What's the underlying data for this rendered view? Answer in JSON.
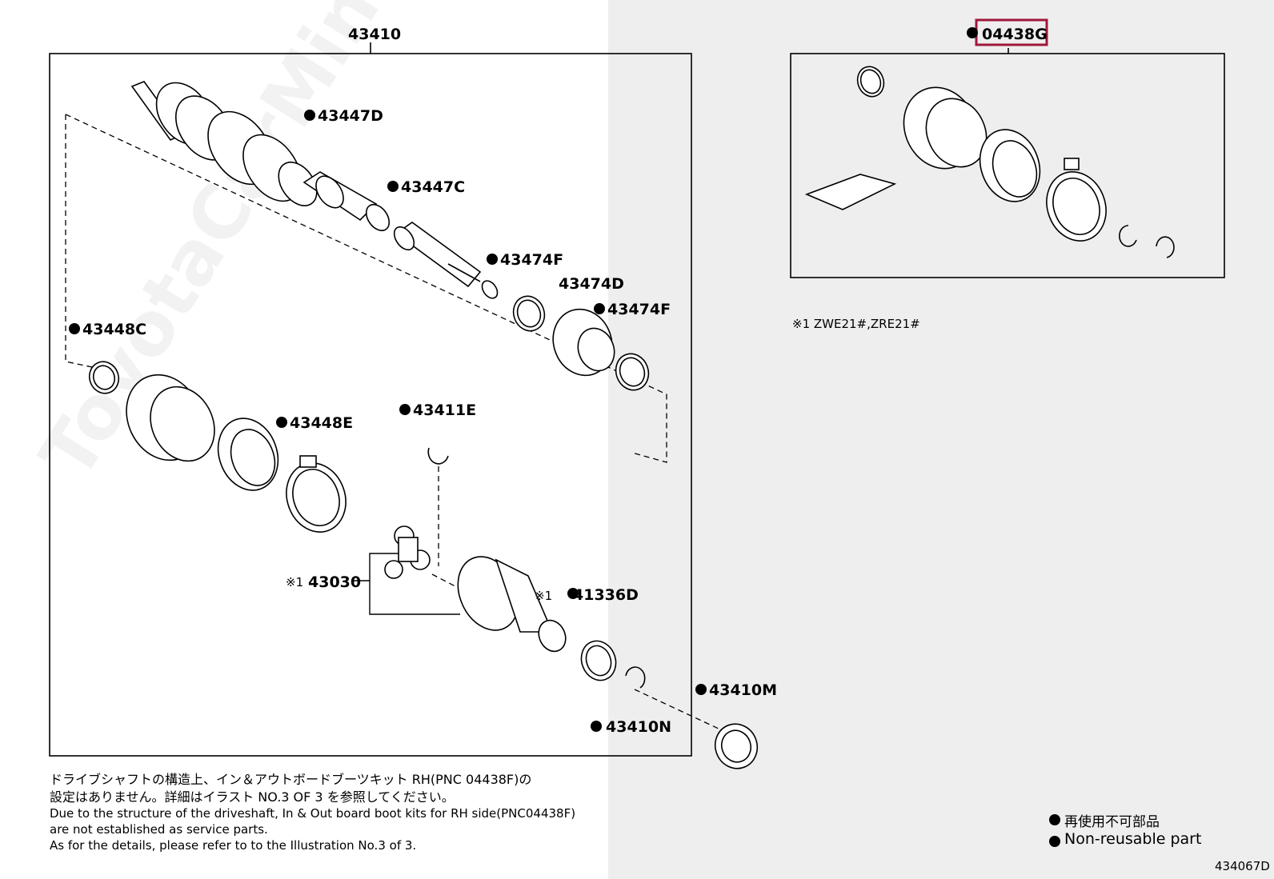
{
  "main_assembly": {
    "part_no": "43410",
    "labels": {
      "p43447D": "43447D",
      "p43447C": "43447C",
      "p43474F_top": "43474F",
      "p43474D": "43474D",
      "p43474F_right": "43474F",
      "p43448C": "43448C",
      "p43448E": "43448E",
      "p43411E": "43411E",
      "p43030": "43030",
      "p43030_mark": "※1",
      "p41336D": "41336D",
      "p41336D_mark": "※1",
      "p43410M": "43410M",
      "p43410N": "43410N"
    }
  },
  "boot_kit": {
    "part_no": "04438G",
    "highlight_color": "#a0173a"
  },
  "fitment_note": "※1 ZWE21#,ZRE21#",
  "notes": {
    "jp_line1": "ドライブシャフトの構造上、イン＆アウトボードブーツキット RH(PNC 04438F)の",
    "jp_line2": "設定はありません。詳細はイラスト NO.3 OF 3 を参照してください。",
    "en_line1": "Due to the structure of the driveshaft, In & Out board  boot kits for RH side(PNC04438F)",
    "en_line2": "are not established as service parts.",
    "en_line3": "As for the details, please refer to to the Illustration No.3 of 3."
  },
  "legend": {
    "jp": "再使用不可部品",
    "en": "Non-reusable part",
    "symbol": "filled-dot-icon"
  },
  "illustration_no": "434067D",
  "watermark": "ToyotaCarMine.ru"
}
